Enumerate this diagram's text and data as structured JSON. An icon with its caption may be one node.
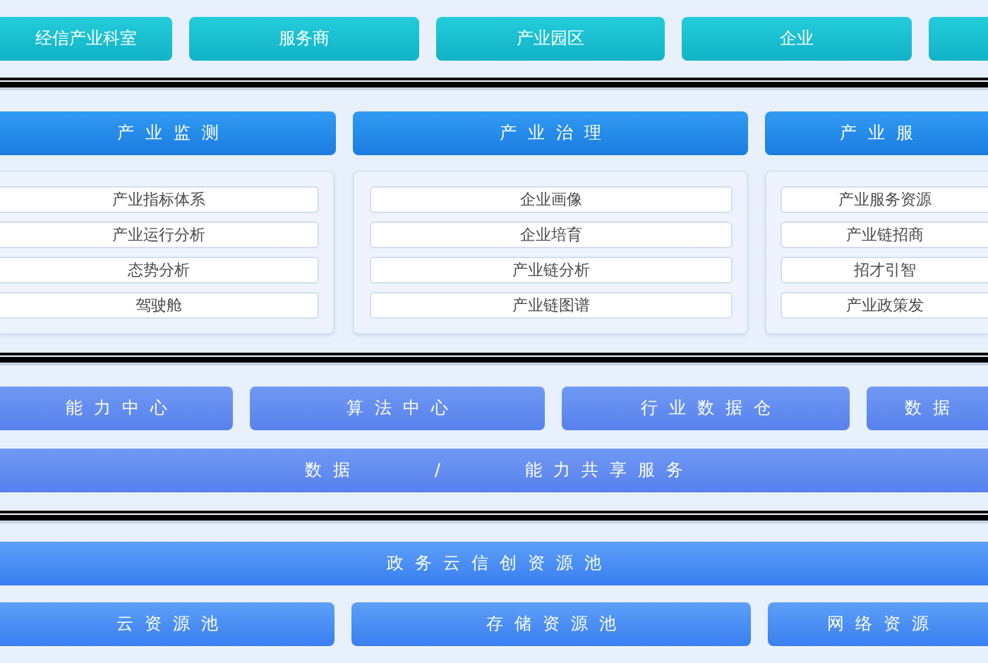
{
  "diagram": {
    "nodes": [
      {
        "text": [
          "经信产业科室"
        ]
      },
      {
        "text": [
          "服务商"
        ]
      },
      {
        "text": [
          "产业园区"
        ]
      },
      {
        "text": [
          "企业"
        ]
      },
      {
        "text": [],
        "shape": "box"
      },
      {
        "text": [
          "产业监测"
        ]
      },
      {
        "text": [
          "产业治理"
        ]
      },
      {
        "text": [
          "产业服"
        ]
      },
      {
        "text": [],
        "shape": "box"
      },
      {
        "text": [
          "产业指标体系"
        ],
        "in": 8
      },
      {
        "text": [
          "产业运行分析"
        ],
        "in": 8
      },
      {
        "text": [
          "态势分析"
        ],
        "in": 8
      },
      {
        "text": [
          "驾驶舱"
        ],
        "in": 8
      },
      {
        "text": [],
        "shape": "box"
      },
      {
        "text": [
          "企业画像"
        ],
        "in": 13
      },
      {
        "text": [
          "企业培育"
        ],
        "in": 13
      },
      {
        "text": [
          "产业链分析"
        ],
        "in": 13
      },
      {
        "text": [
          "产业链图谱"
        ],
        "in": 13
      },
      {
        "text": [],
        "shape": "box"
      },
      {
        "text": [
          "产业服务资源"
        ],
        "in": 18
      },
      {
        "text": [
          "产业链招商"
        ],
        "in": 18
      },
      {
        "text": [
          "招才引智"
        ],
        "in": 18
      },
      {
        "text": [
          "产业政策发"
        ],
        "in": 18
      },
      {
        "text": [
          "能力中心"
        ]
      },
      {
        "text": [
          "算法中心"
        ]
      },
      {
        "text": [
          "行业数据仓"
        ]
      },
      {
        "text": [
          "数据"
        ]
      },
      {
        "text": [
          "数据 / 能力共享服务"
        ]
      },
      {
        "text": [
          "政务云信创资源池"
        ]
      },
      {
        "text": [
          "云资源池"
        ]
      },
      {
        "text": [
          "存储资源池"
        ]
      },
      {
        "text": [
          "网络资源"
        ]
      }
    ]
  }
}
